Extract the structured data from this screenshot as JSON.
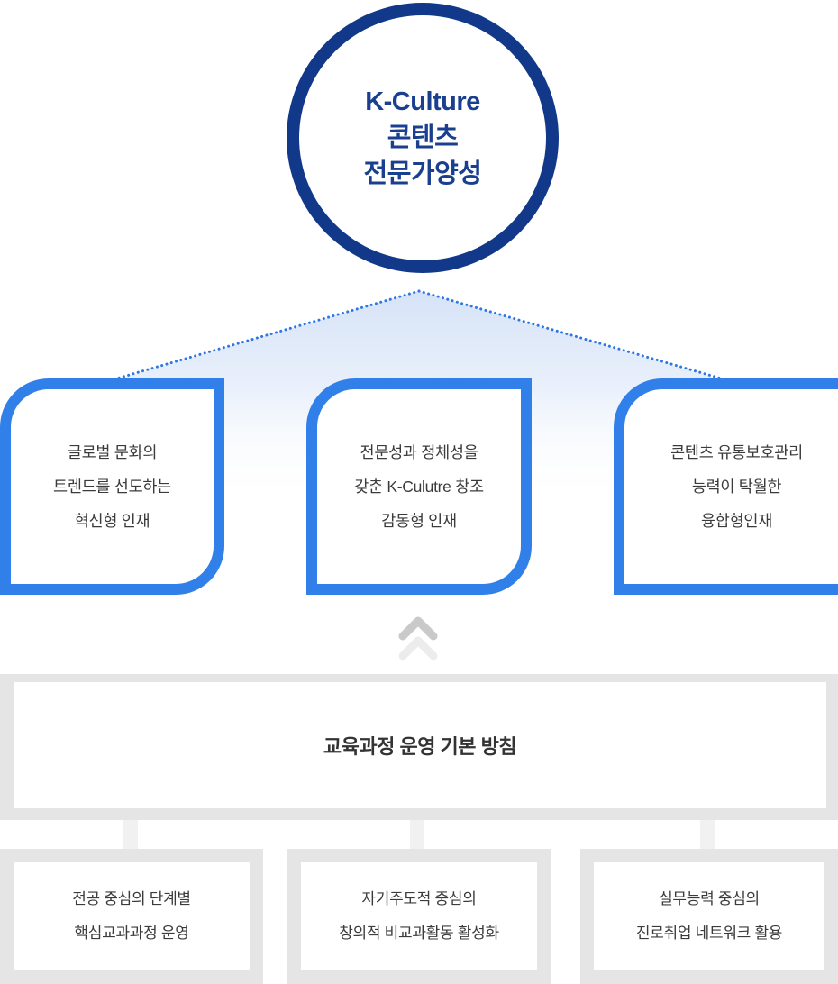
{
  "palette": {
    "circle_border": "#12388a",
    "circle_text": "#1a3f8f",
    "box_border_blue": "#3180e9",
    "dotted_line_blue": "#2e77e3",
    "beam_fill_top": "#d6e3f7",
    "panel_gray": "#e5e5e5",
    "connector_gray": "#f1f1f1",
    "body_text": "#3b3b3b",
    "chevron_dark": "#c9c9c9",
    "chevron_light": "#ececec"
  },
  "goal_circle": {
    "line1": "K-Culture",
    "line2": "콘텐츠",
    "line3": "전문가양성"
  },
  "talent_boxes": [
    {
      "line1": "글로벌 문화의",
      "line2": "트렌드를 선도하는",
      "line3": "혁신형 인재"
    },
    {
      "line1": "전문성과 정체성을",
      "line2": "갖춘 K-Culutre 창조",
      "line3": "감동형 인재"
    },
    {
      "line1": "콘텐츠 유통보호관리",
      "line2": "능력이 탁월한",
      "line3": "융합형인재"
    }
  ],
  "icons": {
    "chevron": "double-chevron-up"
  },
  "policy_panel": {
    "title": "교육과정 운영 기본 방침"
  },
  "strategy_boxes": [
    {
      "line1": "전공 중심의 단계별",
      "line2": "핵심교과과정 운영"
    },
    {
      "line1": "자기주도적 중심의",
      "line2": "창의적 비교과활동 활성화"
    },
    {
      "line1": "실무능력 중심의",
      "line2": "진로취업 네트워크 활용"
    }
  ]
}
